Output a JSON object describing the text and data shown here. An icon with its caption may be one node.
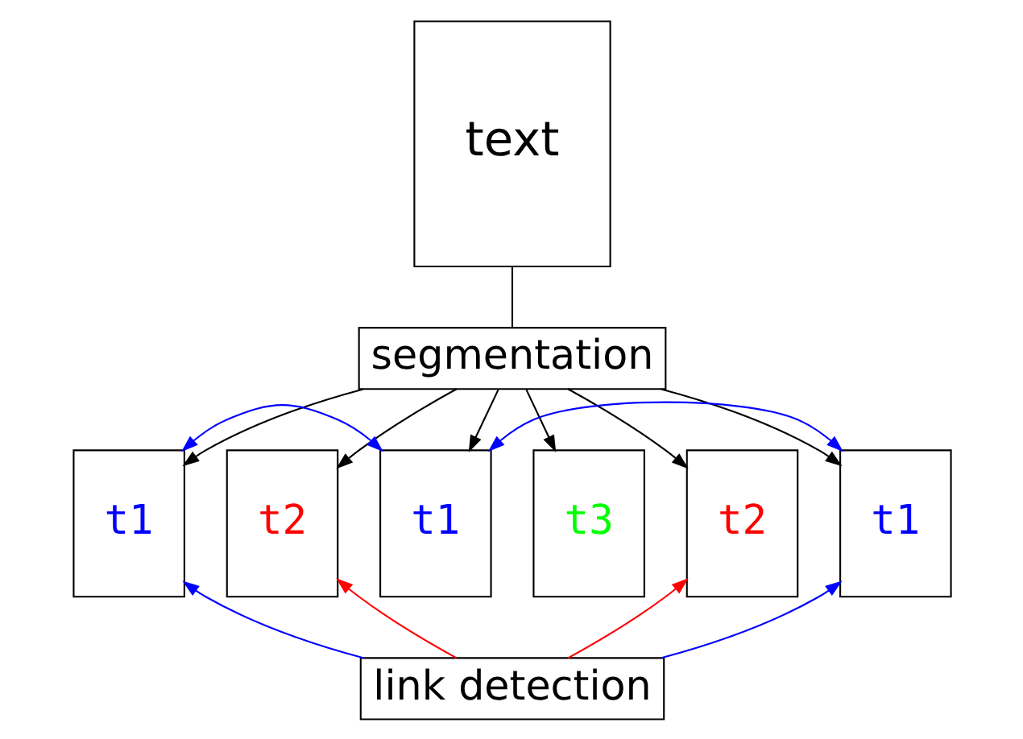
{
  "diagram": {
    "nodes": [
      {
        "text": [
          "text"
        ]
      },
      {
        "text": [
          "segmentation"
        ]
      },
      {
        "text": [
          "t1"
        ]
      },
      {
        "text": [
          "t2"
        ]
      },
      {
        "text": [
          "t1"
        ]
      },
      {
        "text": [
          "t3"
        ]
      },
      {
        "text": [
          "t2"
        ]
      },
      {
        "text": [
          "t1"
        ]
      },
      {
        "text": [
          "link detection"
        ]
      }
    ],
    "edges": [
      {
        "from": 0,
        "to": 1,
        "arrow": "none"
      },
      {
        "from": 1,
        "to": 2,
        "arrow": "to"
      },
      {
        "from": 1,
        "to": 3,
        "arrow": "to"
      },
      {
        "from": 1,
        "to": 4,
        "arrow": "to"
      },
      {
        "from": 1,
        "to": 5,
        "arrow": "to"
      },
      {
        "from": 1,
        "to": 6,
        "arrow": "to"
      },
      {
        "from": 1,
        "to": 7,
        "arrow": "to"
      },
      {
        "from": 8,
        "to": 2,
        "arrow": "to",
        "color": "#0000ff"
      },
      {
        "from": 2,
        "to": 4,
        "arrow": "both",
        "color": "#0000ff"
      },
      {
        "from": 8,
        "to": 3,
        "arrow": "to",
        "color": "#ff0000"
      },
      {
        "from": 8,
        "to": 6,
        "arrow": "to",
        "color": "#ff0000"
      },
      {
        "from": 8,
        "to": 7,
        "arrow": "to",
        "color": "#0000ff"
      },
      {
        "from": 4,
        "to": 7,
        "arrow": "both",
        "color": "#0000ff"
      }
    ]
  }
}
